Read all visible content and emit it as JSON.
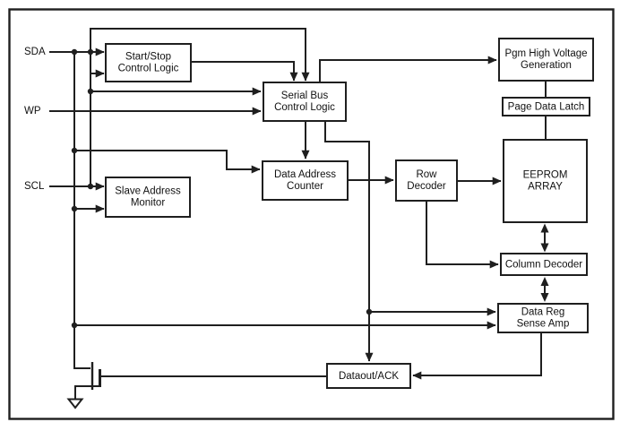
{
  "diagram": {
    "background": "#ffffff",
    "line_color": "#1f1f1f",
    "signals": {
      "sda": "SDA",
      "wp": "WP",
      "scl": "SCL"
    },
    "blocks": {
      "start_stop": {
        "line1": "Start/Stop",
        "line2": "Control Logic"
      },
      "serial_bus": {
        "line1": "Serial Bus",
        "line2": "Control Logic"
      },
      "slave_address_monitor": {
        "line1": "Slave Address",
        "line2": "Monitor"
      },
      "data_address_counter": {
        "line1": "Data Address",
        "line2": "Counter"
      },
      "row_decoder": {
        "line1": "Row",
        "line2": "Decoder"
      },
      "pgm_high_voltage": {
        "line1": "Pgm High Voltage",
        "line2": "Generation"
      },
      "page_data_latch": {
        "line1": "Page Data Latch"
      },
      "eeprom_array": {
        "line1": "EEPROM",
        "line2": "ARRAY"
      },
      "column_decoder": {
        "line1": "Column Decoder"
      },
      "data_reg_sense_amp": {
        "line1": "Data Reg",
        "line2": "Sense Amp"
      },
      "dataout_ack": {
        "line1": "Dataout/ACK"
      }
    }
  }
}
